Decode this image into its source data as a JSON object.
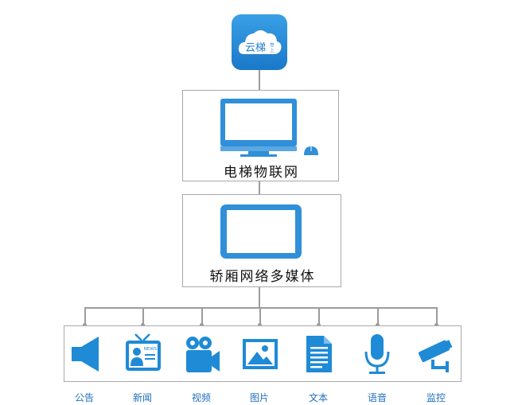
{
  "logo": {
    "main_text": "云梯",
    "sub_text_1": "智",
    "sub_text_2": "上"
  },
  "iot_box": {
    "label": "电梯物联网"
  },
  "car_box": {
    "label": "轿厢网络多媒体"
  },
  "media_items": [
    {
      "label": "公告",
      "icon": "speaker-icon"
    },
    {
      "label": "新闻",
      "icon": "news-icon"
    },
    {
      "label": "视频",
      "icon": "video-camera-icon"
    },
    {
      "label": "图片",
      "icon": "picture-icon"
    },
    {
      "label": "文本",
      "icon": "document-icon"
    },
    {
      "label": "语音",
      "icon": "microphone-icon"
    },
    {
      "label": "监控",
      "icon": "cctv-camera-icon"
    }
  ],
  "colors": {
    "accent": "#2f8fd8",
    "icon_blue": "#1f8ad6",
    "line": "#9c9c9c"
  }
}
